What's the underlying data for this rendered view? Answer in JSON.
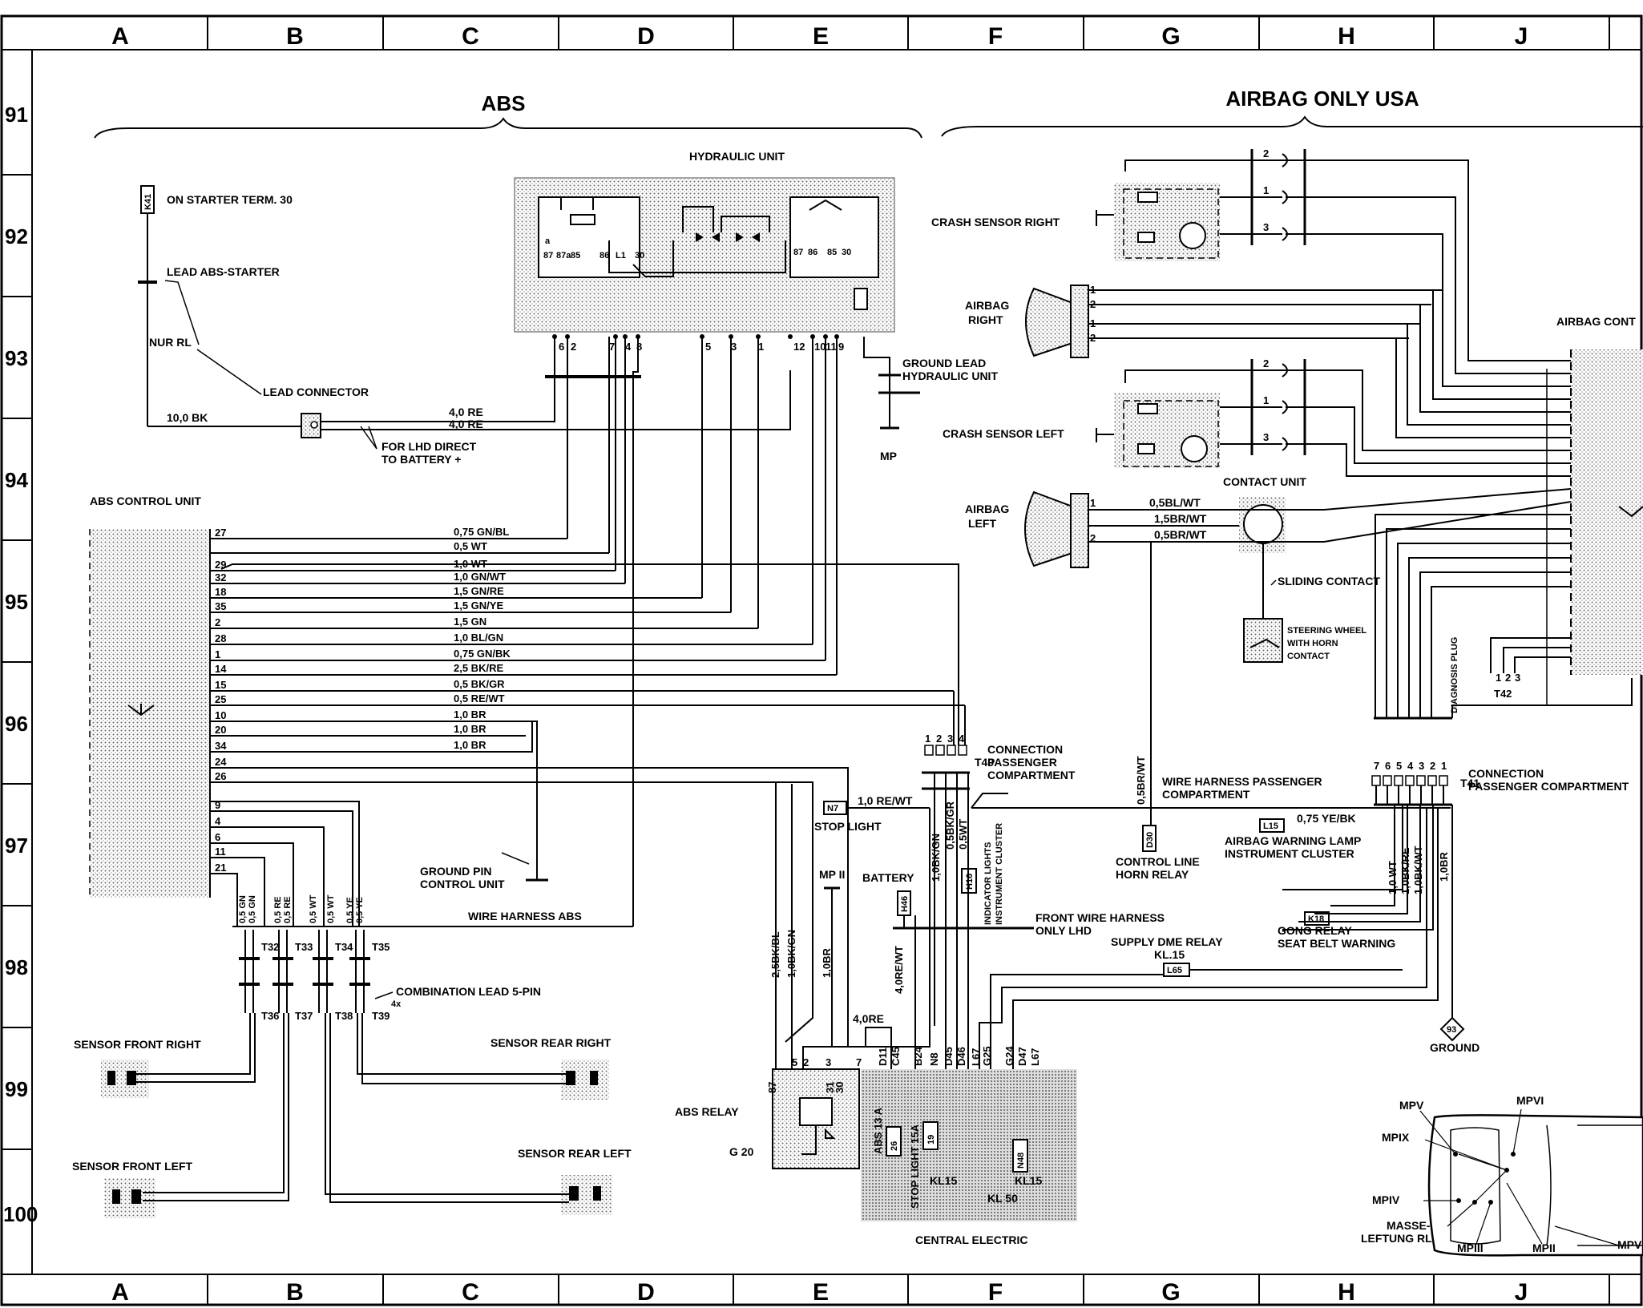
{
  "columns": [
    "A",
    "B",
    "C",
    "D",
    "E",
    "F",
    "G",
    "H",
    "J"
  ],
  "rows": [
    "91",
    "92",
    "93",
    "94",
    "95",
    "96",
    "97",
    "98",
    "99",
    "100"
  ],
  "headings": {
    "abs": "ABS",
    "airbag": "AIRBAG ONLY USA"
  },
  "abs_section": {
    "hydraulic_unit": "HYDRAULIC UNIT",
    "starter_term": "ON STARTER TERM. 30",
    "k41": "K41",
    "lead_abs_starter": "LEAD ABS-STARTER",
    "nur_rl": "NUR RL",
    "lead_connector": "LEAD CONNECTOR",
    "battery_wire": "10,0 BK",
    "wire_4re_a": "4,0 RE",
    "wire_4re_b": "4,0 RE",
    "lhd_direct_1": "FOR LHD DIRECT",
    "lhd_direct_2": "TO BATTERY +",
    "ground_lead_1": "GROUND LEAD",
    "ground_lead_2": "HYDRAULIC UNIT",
    "mp": "MP",
    "control_unit": "ABS CONTROL UNIT",
    "hu_pins_top": [
      "a",
      "87",
      "87a",
      "85",
      "86",
      "L1",
      "30",
      "87",
      "86",
      "85",
      "30"
    ],
    "hu_pins_bottom": [
      "6",
      "2",
      "7",
      "4",
      "8",
      "5",
      "3",
      "1",
      "12",
      "10",
      "11",
      "9"
    ],
    "ecu_pins": [
      "27",
      "29",
      "32",
      "18",
      "35",
      "2",
      "28",
      "1",
      "14",
      "15",
      "25",
      "10",
      "20",
      "34",
      "24",
      "26",
      "9",
      "4",
      "6",
      "11",
      "21"
    ],
    "wires": [
      "0,75 GN/BL",
      "0,5 WT",
      "1,0 WT",
      "1,0 GN/WT",
      "1,5 GN/RE",
      "1,5 GN/YE",
      "1,5 GN",
      "1,0 BL/GN",
      "0,75 GN/BK",
      "2,5 BK/RE",
      "0,5 BK/GR",
      "0,5 RE/WT",
      "1,0 BR",
      "1,0 BR",
      "1,0 BR"
    ],
    "ground_pin_1": "GROUND PIN",
    "ground_pin_2": "CONTROL UNIT",
    "wire_harness_abs": "WIRE HARNESS ABS",
    "sensor_wires": [
      "0,5 GN",
      "0,5 GN",
      "0,5 RE",
      "0,5 RE",
      "0,5 WT",
      "0,5 WT",
      "0,5 YE",
      "0,5 YE"
    ],
    "t_top": [
      "T32",
      "T33",
      "T34",
      "T35"
    ],
    "t_bottom": [
      "T36",
      "T37",
      "T38",
      "T39"
    ],
    "combination_lead": "COMBINATION LEAD 5-PIN",
    "count_4x": "4x",
    "sensor_front_right": "SENSOR FRONT RIGHT",
    "sensor_rear_right": "SENSOR REAR RIGHT",
    "sensor_front_left": "SENSOR FRONT LEFT",
    "sensor_rear_left": "SENSOR REAR LEFT"
  },
  "center_section": {
    "t40": "T40",
    "conn_pass_1": "CONNECTION",
    "conn_pass_2": "PASSENGER",
    "conn_pass_3": "COMPARTMENT",
    "t40_pins": [
      "1",
      "2",
      "3",
      "4"
    ],
    "n7": "N7",
    "wire_re_wt": "1,0 RE/WT",
    "stop_light": "STOP LIGHT",
    "wire_bk_gn": "1,0BK/GN",
    "wire_bk_gr": "0,5BK/GR",
    "wire_wt": "0,5WT",
    "h16": "H16",
    "indicator_1": "INDICATOR LIGHTS",
    "indicator_2": "INSTRUMENT CLUSTER",
    "mp_ii": "MP II",
    "battery": "BATTERY",
    "h46": "H46",
    "front_harness_1": "FRONT WIRE HARNESS",
    "front_harness_2": "ONLY LHD",
    "v_wires": [
      "2,5BK/BL",
      "1,0BK/GN",
      "1,0BR",
      "4,0RE/WT"
    ],
    "wire_40re": "4,0RE",
    "abs_relay": "ABS RELAY",
    "g20": "G 20",
    "relay_pins": [
      "87",
      "5",
      "2",
      "3",
      "31",
      "30",
      "7"
    ],
    "ce_top": [
      "D11",
      "C45",
      "B24",
      "N8",
      "D45",
      "D46",
      "L67",
      "G25",
      "G24",
      "D47",
      "L67"
    ],
    "fuses": [
      "26",
      "19",
      "N48"
    ],
    "fuse_ratings": [
      "ABS 13 A",
      "STOP LIGHT 15A"
    ],
    "kl15_a": "KL15",
    "kl50": "KL 50",
    "kl15_b": "KL15",
    "central_electric": "CENTRAL ELECTRIC"
  },
  "airbag_section": {
    "crash_right": "CRASH SENSOR RIGHT",
    "crash_left": "CRASH SENSOR LEFT",
    "airbag_right_1": "AIRBAG",
    "airbag_right_2": "RIGHT",
    "airbag_left_1": "AIRBAG",
    "airbag_left_2": "LEFT",
    "airbag_control": "AIRBAG CONT",
    "contact_unit": "CONTACT UNIT",
    "sliding_contact": "SLIDING CONTACT",
    "steering_1": "STEERING WHEEL",
    "steering_2": "WITH HORN",
    "steering_3": "CONTACT",
    "wire_bl_wt": "0,5BL/WT",
    "wire_br_wt_a": "1,5BR/WT",
    "wire_br_wt_b": "0,5BR/WT",
    "wire_br_wt_v": "0,5BR/WT",
    "diagnosis_plug": "DIAGNOSIS PLUG",
    "t42": "T42",
    "t42_pins": [
      "1",
      "2",
      "3"
    ],
    "harness_pass_1": "WIRE HARNESS PASSENGER",
    "harness_pass_2": "COMPARTMENT",
    "d30": "D30",
    "control_line_1": "CONTROL LINE",
    "control_line_2": "HORN RELAY",
    "l15": "L15",
    "wire_ye_bk": "0,75 YE/BK",
    "warning_lamp_1": "AIRBAG WARNING LAMP",
    "warning_lamp_2": "INSTRUMENT CLUSTER",
    "t41": "T41",
    "conn_41_1": "CONNECTION",
    "conn_41_2": "PASSENGER COMPARTMENT",
    "t41_pins": [
      "7",
      "6",
      "5",
      "4",
      "3",
      "2",
      "1"
    ],
    "k18": "K18",
    "gong_1": "GONG RELAY",
    "gong_2": "SEAT BELT WARNING",
    "supply_1": "SUPPLY DME RELAY",
    "supply_2": "KL.15",
    "l65": "L65",
    "v_wires": [
      "1,0 WT",
      "1,0BK/RE",
      "1,0BK/WT",
      "1,0BR"
    ],
    "ground_symbol": "93",
    "ground": "GROUND",
    "sensor_pins": [
      "2",
      "1",
      "3"
    ],
    "bag_pins": [
      "1",
      "2",
      "1",
      "2"
    ]
  },
  "car_map": {
    "labels": [
      "MPV",
      "MPVI",
      "MPIX",
      "MPIV",
      "MASSE-",
      "LEFTUNG RL",
      "MPIII",
      "MPII",
      "MPV"
    ]
  }
}
